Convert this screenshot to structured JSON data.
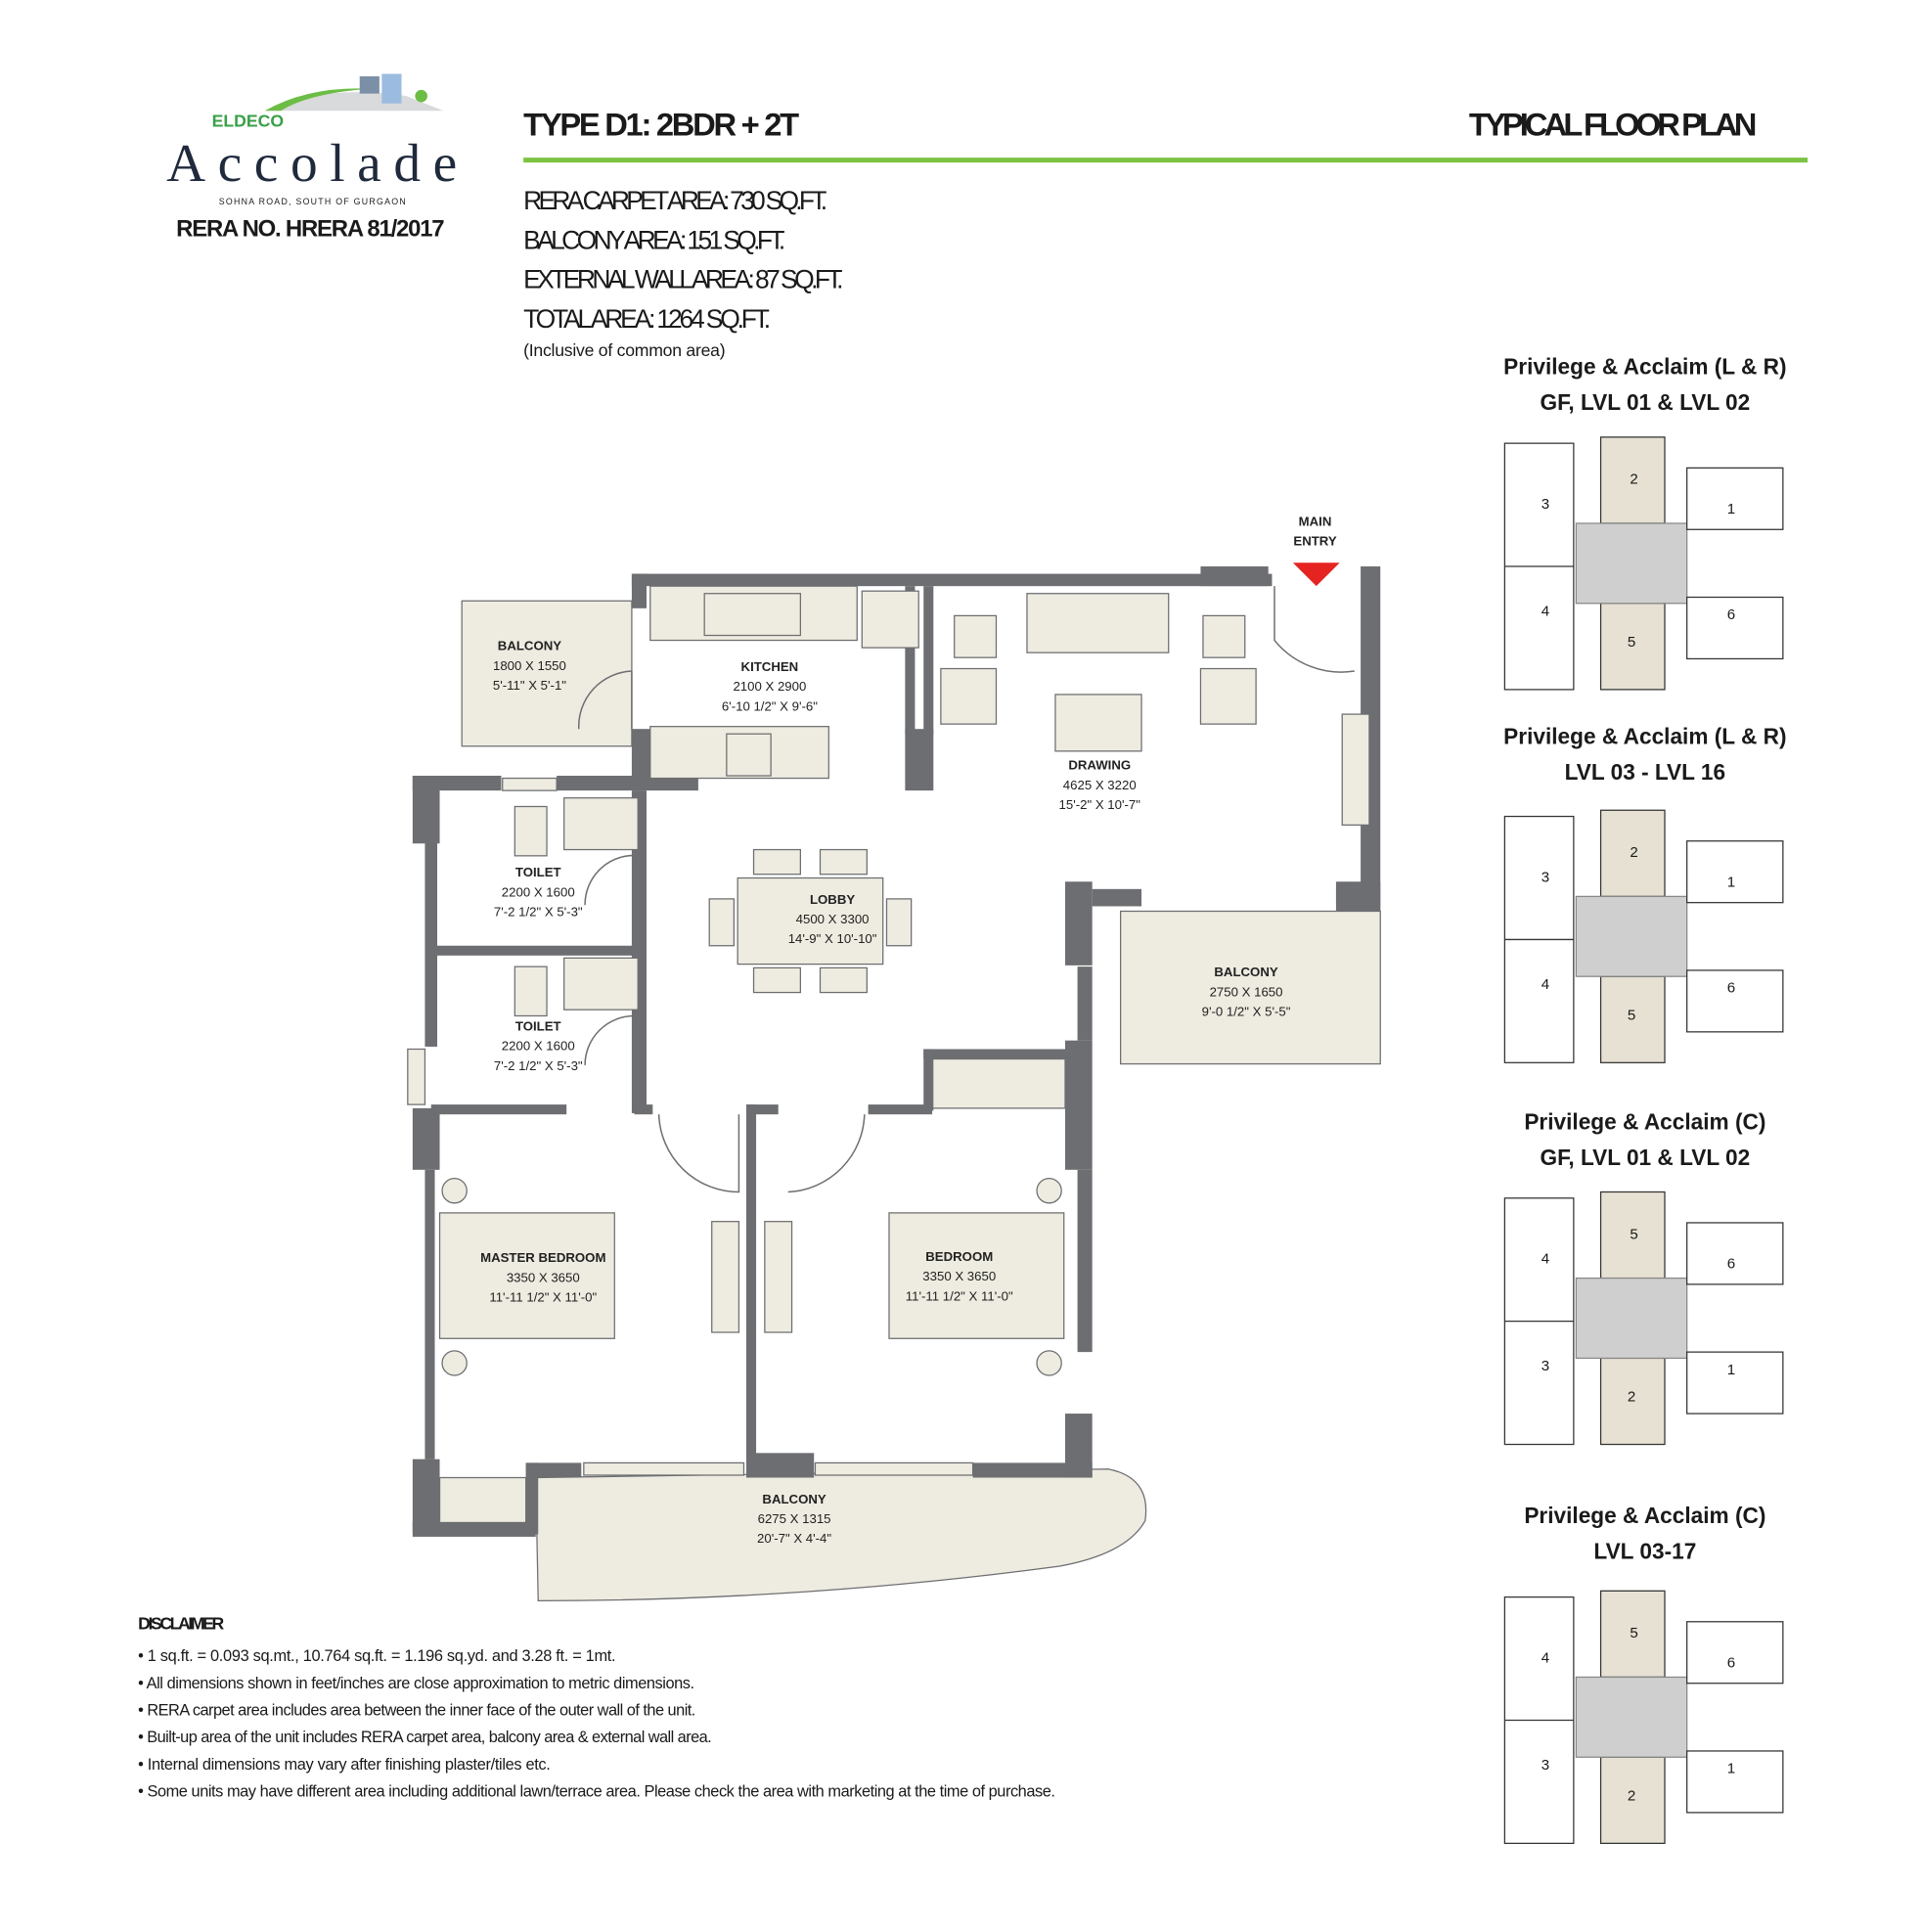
{
  "logo": {
    "brand": "ELDECO",
    "name": "Accolade",
    "tagline": "SOHNA ROAD, SOUTH OF GURGAON",
    "colors": {
      "green": "#3aa048",
      "navy": "#1f2a3c"
    }
  },
  "rera_no": "RERA NO. HRERA 81/2017",
  "header": {
    "title": "TYPE D1: 2BDR + 2T",
    "right_title": "TYPICAL FLOOR PLAN",
    "accent": "#7dc242"
  },
  "areas": [
    "RERA CARPET AREA: 730 SQ.FT.",
    "BALCONY AREA: 151 SQ.FT.",
    "EXTERNAL WALL AREA: 87 SQ.FT.",
    "TOTAL AREA: 1264  SQ.FT."
  ],
  "areas_note": "(Inclusive of common area)",
  "plan": {
    "main_entry": [
      "MAIN",
      "ENTRY"
    ],
    "rooms": [
      {
        "name": "BALCONY",
        "metric": "1800 X 1550",
        "imperial": "5'-11\" X 5'-1\""
      },
      {
        "name": "KITCHEN",
        "metric": "2100 X 2900",
        "imperial": "6'-10 1/2\" X 9'-6\""
      },
      {
        "name": "DRAWING",
        "metric": "4625 X 3220",
        "imperial": "15'-2\" X 10'-7\""
      },
      {
        "name": "TOILET",
        "metric": "2200 X 1600",
        "imperial": "7'-2 1/2\" X 5'-3\""
      },
      {
        "name": "LOBBY",
        "metric": "4500 X 3300",
        "imperial": "14'-9\" X 10'-10\""
      },
      {
        "name": "BALCONY",
        "metric": "2750 X 1650",
        "imperial": "9'-0 1/2\" X 5'-5\""
      },
      {
        "name": "TOILET",
        "metric": "2200 X 1600",
        "imperial": "7'-2 1/2\" X 5'-3\""
      },
      {
        "name": "MASTER BEDROOM",
        "metric": "3350 X 3650",
        "imperial": "11'-11 1/2\" X 11'-0\""
      },
      {
        "name": "BEDROOM",
        "metric": "3350 X 3650",
        "imperial": "11'-11 1/2\" X 11'-0\""
      },
      {
        "name": "BALCONY",
        "metric": "6275 X 1315",
        "imperial": "20'-7\" X 4'-4\""
      }
    ]
  },
  "key_plans": [
    {
      "title": [
        "Privilege & Acclaim (L & R)",
        "GF, LVL 01 & LVL 02"
      ],
      "top": [
        "3",
        "2",
        "1"
      ],
      "bottom": [
        "4",
        "5",
        "6"
      ]
    },
    {
      "title": [
        "Privilege & Acclaim (L & R)",
        "LVL 03 - LVL 16"
      ],
      "top": [
        "3",
        "2",
        "1"
      ],
      "bottom": [
        "4",
        "5",
        "6"
      ]
    },
    {
      "title": [
        "Privilege & Acclaim (C)",
        "GF, LVL 01 & LVL 02"
      ],
      "top": [
        "4",
        "5",
        "6"
      ],
      "bottom": [
        "3",
        "2",
        "1"
      ]
    },
    {
      "title": [
        "Privilege & Acclaim (C)",
        "LVL 03-17"
      ],
      "top": [
        "4",
        "5",
        "6"
      ],
      "bottom": [
        "3",
        "2",
        "1"
      ]
    }
  ],
  "disclaimer": {
    "title": "DISCLAIMER",
    "items": [
      "• 1 sq.ft. = 0.093 sq.mt., 10.764 sq.ft. = 1.196 sq.yd. and 3.28 ft. = 1mt.",
      "• All dimensions shown in feet/inches are close approximation to metric dimensions.",
      "• RERA carpet area includes area between the inner face of the outer wall of the unit.",
      "• Built-up area of the unit includes RERA carpet area, balcony area & external wall area.",
      "• Internal dimensions may vary after finishing plaster/tiles etc.",
      "• Some units may have different area including additional lawn/terrace area. Please check the area with marketing at the time of purchase."
    ]
  }
}
